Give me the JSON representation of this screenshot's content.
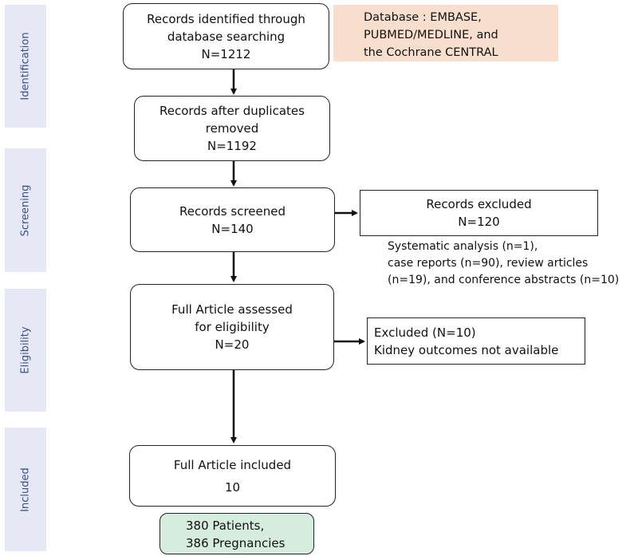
{
  "stages": [
    "Identification",
    "Screening",
    "Eligibility",
    "Included"
  ],
  "boxes": {
    "identified": [
      "Records identified through",
      "database searching",
      "N=1212"
    ],
    "duplicates": [
      "Records after duplicates",
      "removed",
      "N=1192"
    ],
    "screened": [
      "Records screened",
      "N=140"
    ],
    "excluded": [
      "Records excluded",
      "N=120"
    ],
    "eligibility": [
      "Full Article assessed",
      "for eligibility",
      "N=20"
    ],
    "excluded_eligibility": [
      "Excluded (N=10)",
      "Kidney outcomes not available"
    ],
    "included": [
      "Full Article included",
      "10"
    ]
  },
  "database_note": [
    "Database : EMBASE,",
    "PUBMED/MEDLINE, and",
    "the Cochrane CENTRAL"
  ],
  "exclusion_details": [
    "Systematic analysis (n=1),",
    "case reports (n=90), review articles",
    "(n=19), and conference abstracts (n=10)"
  ],
  "result": [
    "380 Patients,",
    "386 Pregnancies"
  ],
  "colors": {
    "stage_bg": "#e6e9f5",
    "stage_text": "#3c4f8a",
    "database_bg": "#f8dfcd",
    "result_bg": "#d5ecdf"
  }
}
